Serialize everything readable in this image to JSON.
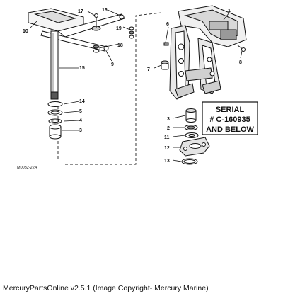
{
  "diagram": {
    "callouts": {
      "c1": "1",
      "c2": "2",
      "c3a": "3",
      "c3b": "3",
      "c4": "4",
      "c5": "5",
      "c6": "6",
      "c7": "7",
      "c8": "8",
      "c9": "9",
      "c10": "10",
      "c11": "11",
      "c12": "12",
      "c13": "13",
      "c14": "14",
      "c15": "15",
      "c16": "16",
      "c17": "17",
      "c18": "18",
      "c19": "19"
    },
    "serial_box": {
      "line1": "SERIAL",
      "line2": "# C-160935",
      "line3": "AND BELOW"
    },
    "figure_code": "M0032-22A"
  },
  "footer": {
    "text": "MercuryPartsOnline v2.5.1 (Image Copyright- Mercury Marine)"
  }
}
